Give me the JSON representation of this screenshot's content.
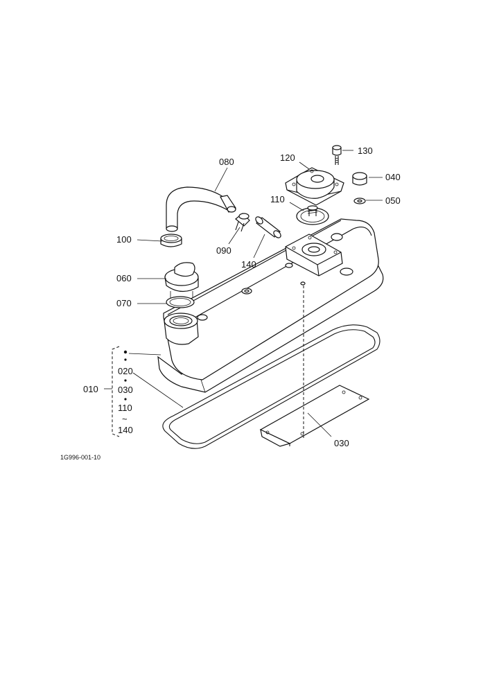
{
  "labels": {
    "p010": "010",
    "p020": "020",
    "p030_group": "030",
    "p110_group": "110",
    "tilde": "~",
    "p140_group": "140",
    "p030": "030",
    "p040": "040",
    "p050": "050",
    "p060": "060",
    "p070": "070",
    "p080": "080",
    "p090": "090",
    "p100": "100",
    "p110": "110",
    "p120": "120",
    "p130": "130",
    "p140": "140"
  },
  "figure_ref": "1G996-001-10"
}
